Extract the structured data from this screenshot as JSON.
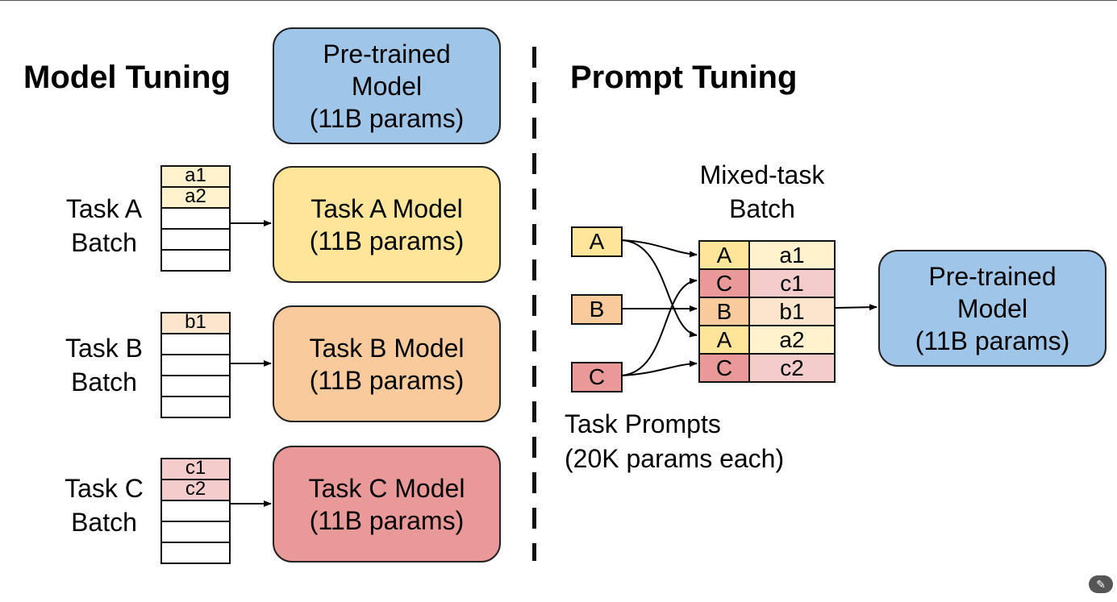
{
  "colors": {
    "blue": "#9fc5e8",
    "yellow": "#ffe599",
    "orange": "#f9cb9c",
    "red": "#ea9999",
    "yellow_light": "#fff2cc",
    "orange_light": "#fce5cd",
    "red_light": "#f4cccc"
  },
  "left": {
    "title": "Model Tuning",
    "pretrained": {
      "line1": "Pre-trained",
      "line2": "Model",
      "line3": "(11B params)"
    },
    "tasks": [
      {
        "label1": "Task A",
        "label2": "Batch",
        "model": "Task A Model",
        "params": "(11B params)",
        "cells": [
          "a1",
          "a2",
          "",
          "",
          ""
        ]
      },
      {
        "label1": "Task B",
        "label2": "Batch",
        "model": "Task B Model",
        "params": "(11B params)",
        "cells": [
          "b1",
          "",
          "",
          "",
          ""
        ]
      },
      {
        "label1": "Task C",
        "label2": "Batch",
        "model": "Task C Model",
        "params": "(11B params)",
        "cells": [
          "c1",
          "c2",
          "",
          "",
          ""
        ]
      }
    ]
  },
  "right": {
    "title": "Prompt Tuning",
    "mixed_label1": "Mixed-task",
    "mixed_label2": "Batch",
    "prompts": [
      "A",
      "B",
      "C"
    ],
    "mixed_rows": [
      {
        "key": "A",
        "value": "a1"
      },
      {
        "key": "C",
        "value": "c1"
      },
      {
        "key": "B",
        "value": "b1"
      },
      {
        "key": "A",
        "value": "a2"
      },
      {
        "key": "C",
        "value": "c2"
      }
    ],
    "prompts_label1": "Task Prompts",
    "prompts_label2": "(20K params each)",
    "pretrained": {
      "line1": "Pre-trained",
      "line2": "Model",
      "line3": "(11B params)"
    }
  },
  "corner_icon": "magic-wand-icon"
}
